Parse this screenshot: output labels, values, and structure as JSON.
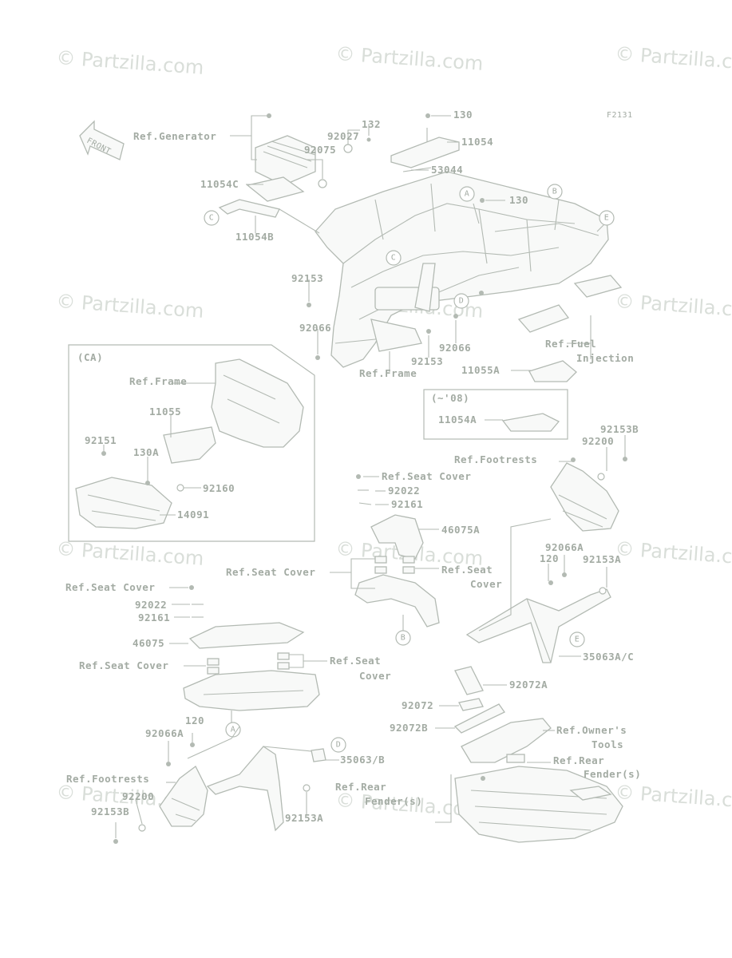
{
  "watermark": "© Partzilla.com",
  "figure_id": "F2131",
  "front_arrow": "FRONT",
  "callouts": {
    "a": "A",
    "b": "B",
    "c": "C",
    "d": "D",
    "e": "E"
  },
  "labels": {
    "ref_generator": "Ref.Generator",
    "p92027": "92027",
    "p132": "132",
    "p130_top": "130",
    "p11054": "11054",
    "p92075": "92075",
    "p53044": "53044",
    "p11054c": "11054C",
    "p11054b": "11054B",
    "p130_mid": "130",
    "p92153_a": "92153",
    "p92066_a": "92066",
    "p92153_b": "92153",
    "p92066_b": "92066",
    "ref_frame": "Ref.Frame",
    "ref_fuel": "Ref.Fuel",
    "injection": "Injection",
    "p11055a": "11055A",
    "ca": "(CA)",
    "ca_ref_frame": "Ref.Frame",
    "p11055": "11055",
    "p92151": "92151",
    "p130a": "130A",
    "p92160": "92160",
    "p14091": "14091",
    "year_note": "(~'08)",
    "p11054a": "11054A",
    "p92153b_top": "92153B",
    "p92200_top": "92200",
    "ref_footrests_top": "Ref.Footrests",
    "ref_seat_cover_r1": "Ref.Seat Cover",
    "p92022_r": "92022",
    "p92161_r": "92161",
    "p46075a": "46075A",
    "ref_seat_cover_r2": "Ref.Seat Cover",
    "ref_seat_r": "Ref.Seat",
    "cover_r": "Cover",
    "p92066a_r": "92066A",
    "p120_r": "120",
    "p92153a_r": "92153A",
    "p35063ac": "35063A/C",
    "ref_seat_cover_l1": "Ref.Seat Cover",
    "p92022_l": "92022",
    "p92161_l": "92161",
    "p46075": "46075",
    "ref_seat_cover_l2": "Ref.Seat Cover",
    "ref_seat_l": "Ref.Seat",
    "cover_l": "Cover",
    "p92072a": "92072A",
    "p92072": "92072",
    "p92072b": "92072B",
    "ref_owners": "Ref.Owner's",
    "tools": "Tools",
    "p120_l": "120",
    "p92066a_l": "92066A",
    "p35063b": "35063/B",
    "ref_rear": "Ref.Rear",
    "fender_s": "Fender(s)",
    "ref_footrests_l": "Ref.Footrests",
    "p92200_l": "92200",
    "p92153b_l": "92153B",
    "ref_rear_mid": "Ref.Rear",
    "fender_mid": "Fender(s)",
    "p92153a_l": "92153A"
  }
}
